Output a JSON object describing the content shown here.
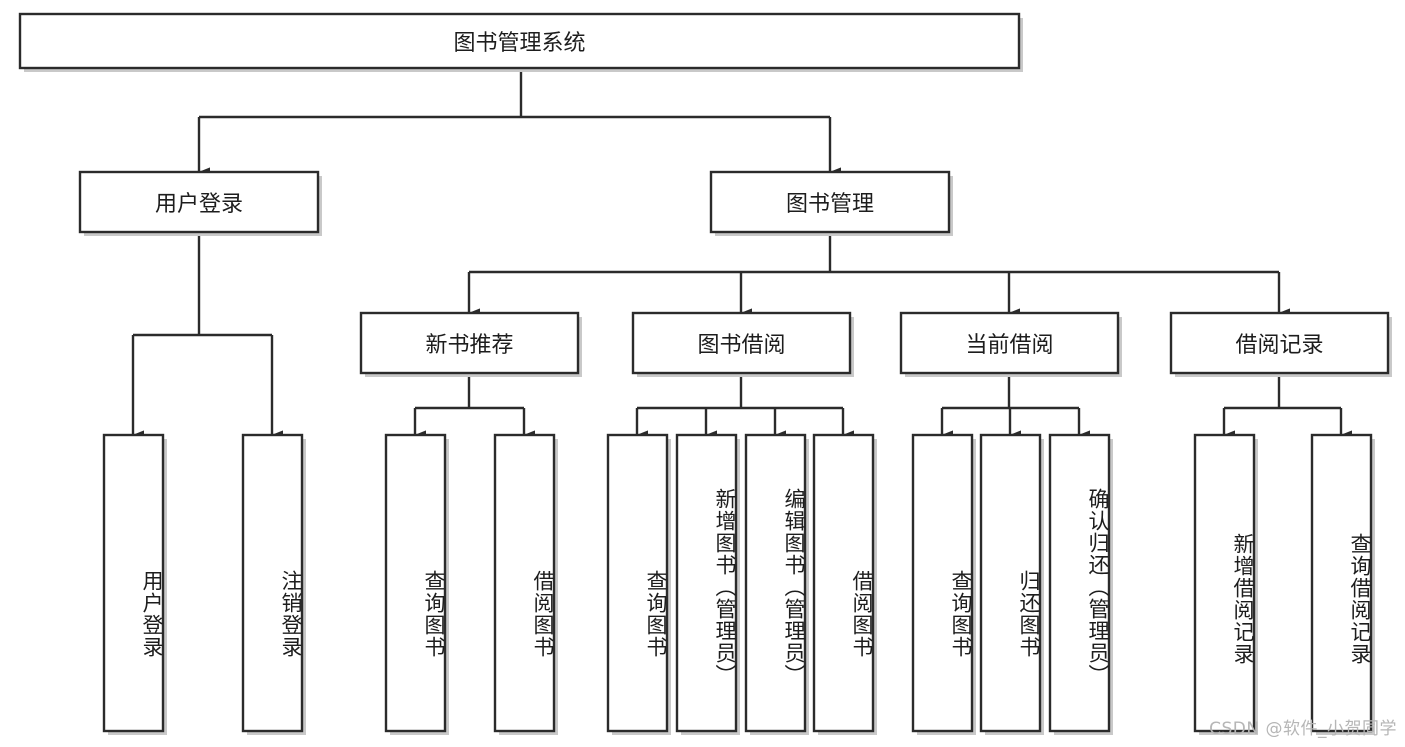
{
  "diagram": {
    "title": "图书管理系统",
    "type": "tree-hierarchy",
    "orientation": "top-down",
    "colors": {
      "box_stroke": "#2b2b2b",
      "box_fill": "#ffffff",
      "connector": "#2b2b2b",
      "text": "#1d1d1d",
      "watermark": "#b6b6b6",
      "background": "#ffffff"
    },
    "root": {
      "label": "图书管理系统"
    },
    "level1": [
      {
        "id": "user-login",
        "label": "用户登录"
      },
      {
        "id": "book-management",
        "label": "图书管理"
      }
    ],
    "level2": [
      {
        "id": "new-book-recommend",
        "label": "新书推荐",
        "parent": "book-management"
      },
      {
        "id": "book-borrow",
        "label": "图书借阅",
        "parent": "book-management"
      },
      {
        "id": "current-borrow",
        "label": "当前借阅",
        "parent": "book-management"
      },
      {
        "id": "borrow-record",
        "label": "借阅记录",
        "parent": "book-management"
      }
    ],
    "leaves": {
      "user-login": [
        {
          "id": "leaf-user-login",
          "label": "用户登录"
        },
        {
          "id": "leaf-user-logout",
          "label": "注销登录"
        }
      ],
      "new-book-recommend": [
        {
          "id": "leaf-query-book-1",
          "label": "查询图书"
        },
        {
          "id": "leaf-borrow-book-1",
          "label": "借阅图书"
        }
      ],
      "book-borrow": [
        {
          "id": "leaf-query-book-2",
          "label": "查询图书"
        },
        {
          "id": "leaf-add-book",
          "label": "新增图书（管理员）"
        },
        {
          "id": "leaf-edit-book",
          "label": "编辑图书（管理员）"
        },
        {
          "id": "leaf-borrow-book-2",
          "label": "借阅图书"
        }
      ],
      "current-borrow": [
        {
          "id": "leaf-query-book-3",
          "label": "查询图书"
        },
        {
          "id": "leaf-return-book",
          "label": "归还图书"
        },
        {
          "id": "leaf-confirm-return",
          "label": "确认归还（管理员）"
        }
      ],
      "borrow-record": [
        {
          "id": "leaf-add-record",
          "label": "新增借阅记录"
        },
        {
          "id": "leaf-query-record",
          "label": "查询借阅记录"
        }
      ]
    },
    "watermark": "CSDN @软件_小贺同学"
  }
}
